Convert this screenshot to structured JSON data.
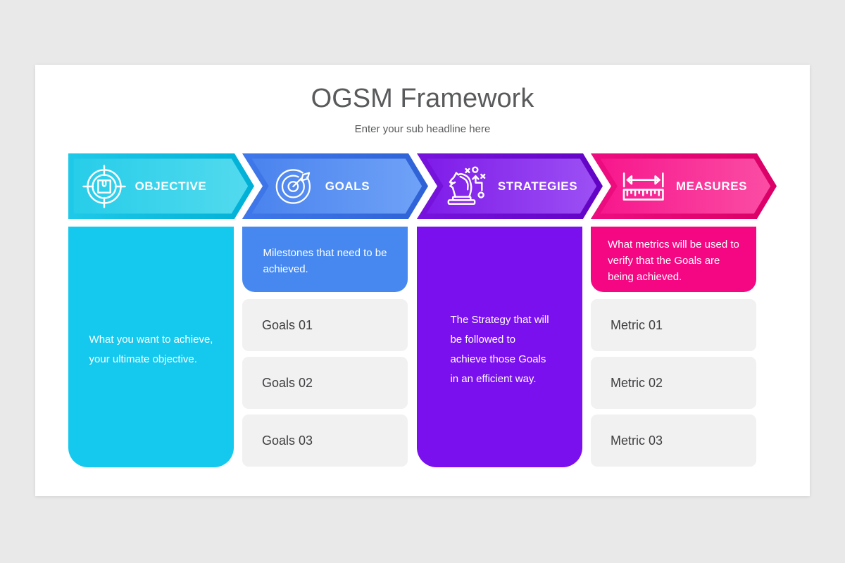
{
  "slide": {
    "title": "OGSM Framework",
    "subtitle": "Enter your sub headline here"
  },
  "columns": [
    {
      "id": "objective",
      "header": {
        "label": "OBJECTIVE",
        "icon": "target-crosshair-icon"
      },
      "body": "What you want to achieve,\nyour ultimate objective."
    },
    {
      "id": "goals",
      "header": {
        "label": "GOALS",
        "icon": "dartboard-arrow-icon"
      },
      "summary": "Milestones that need to be\nachieved.",
      "items": [
        "Goals 01",
        "Goals 02",
        "Goals 03"
      ]
    },
    {
      "id": "strategies",
      "header": {
        "label": "STRATEGIES",
        "icon": "chess-knight-tactics-icon"
      },
      "body": "The Strategy that will\nbe followed to\nachieve those Goals\nin an efficient way."
    },
    {
      "id": "measures",
      "header": {
        "label": "MEASURES",
        "icon": "ruler-measure-icon"
      },
      "summary": "What metrics will be used to\nverify that the Goals are\nbeing achieved.",
      "items": [
        "Metric 01",
        "Metric 02",
        "Metric 03"
      ]
    }
  ],
  "colors": {
    "page-bg": "#e9e9e9",
    "slide-bg": "#ffffff",
    "title-text": "#595a5c",
    "subtitle-text": "#58595b",
    "item-bg": "#f1f1f2",
    "item-text": "#3e3e40",
    "objective-dark-1": "#1fc9e8",
    "objective-dark-2": "#00b0d6",
    "objective-light-1": "#27cde9",
    "objective-light-2": "#52daee",
    "objective-box": "#15c9ee",
    "goals-dark-1": "#3f78ea",
    "goals-dark-2": "#2e62d6",
    "goals-light-1": "#4a83ee",
    "goals-light-2": "#6fa2f7",
    "goals-box": "#4688ef",
    "strategies-dark-1": "#7713dd",
    "strategies-dark-2": "#6204c4",
    "strategies-light-1": "#7f1ce9",
    "strategies-light-2": "#9c50f4",
    "strategies-box": "#7a10ee",
    "measures-dark-1": "#ee0d81",
    "measures-dark-2": "#da0066",
    "measures-light-1": "#f7178d",
    "measures-light-2": "#fb4da4",
    "measures-box": "#f50784"
  }
}
